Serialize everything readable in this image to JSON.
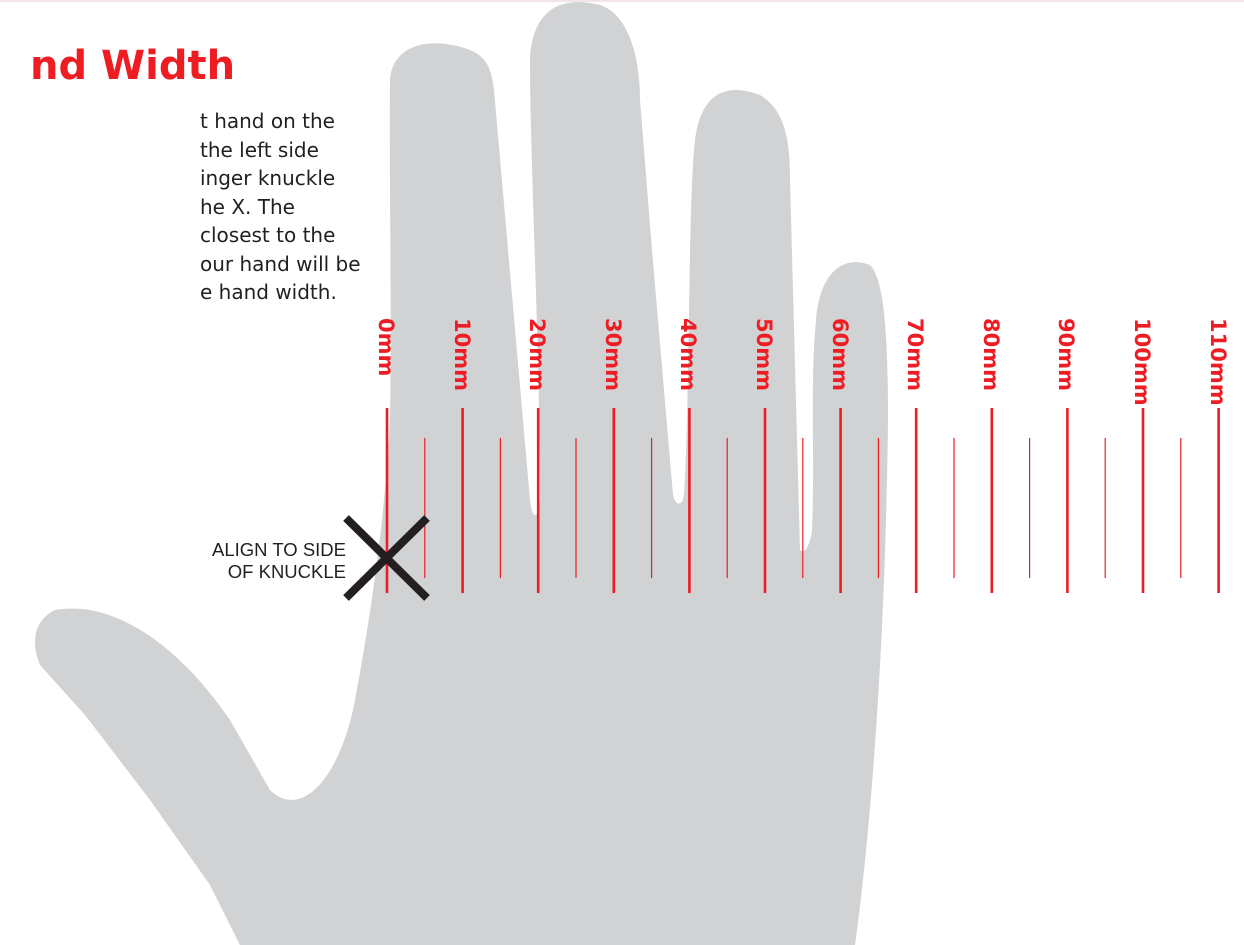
{
  "title": "nd Width",
  "instructions": [
    "t hand on the",
    "the left side",
    "inger knuckle",
    "he X. The",
    "closest to the",
    "our hand will be",
    "e hand width."
  ],
  "align_label": [
    "ALIGN TO SIDE",
    "OF KNUCKLE"
  ],
  "ruler": {
    "unit": "mm",
    "labels": [
      "0mm",
      "10mm",
      "20mm",
      "30mm",
      "40mm",
      "50mm",
      "60mm",
      "70mm",
      "80mm",
      "90mm",
      "100mm",
      "110mm"
    ],
    "minor_ticks_between": 1
  },
  "colors": {
    "accent": "#ee1d23",
    "hand": "#d1d2d4",
    "text": "#231f20",
    "cross": "#231f20"
  }
}
